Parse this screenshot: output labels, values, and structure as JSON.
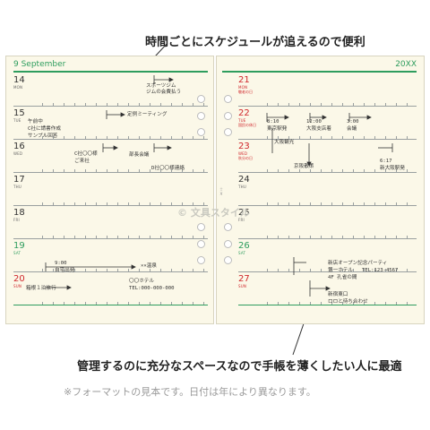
{
  "callouts": {
    "top": "時間ごとにスケジュールが追えるので便利",
    "bottom": "管理するのに充分なスペースなので手帳を薄くしたい人に最適"
  },
  "planner": {
    "left_header": "9 September",
    "right_header": "20XX",
    "spine_label": "十二月",
    "watermark": "© 文具スタイル",
    "left_days": [
      {
        "num": "14",
        "name": "MON",
        "holiday": "",
        "color": "normal"
      },
      {
        "num": "15",
        "name": "TUE",
        "holiday": "",
        "color": "normal"
      },
      {
        "num": "16",
        "name": "WED",
        "holiday": "",
        "color": "normal"
      },
      {
        "num": "17",
        "name": "THU",
        "holiday": "",
        "color": "normal"
      },
      {
        "num": "18",
        "name": "FRI",
        "holiday": "",
        "color": "normal"
      },
      {
        "num": "19",
        "name": "SAT",
        "holiday": "",
        "color": "sat"
      },
      {
        "num": "20",
        "name": "SUN",
        "holiday": "",
        "color": "red"
      }
    ],
    "right_days": [
      {
        "num": "21",
        "name": "MON",
        "holiday": "敬老の日",
        "color": "red"
      },
      {
        "num": "22",
        "name": "TUE",
        "holiday": "国民の休日",
        "color": "red"
      },
      {
        "num": "23",
        "name": "WED",
        "holiday": "秋分の日",
        "color": "red"
      },
      {
        "num": "24",
        "name": "THU",
        "holiday": "",
        "color": "normal"
      },
      {
        "num": "25",
        "name": "FRI",
        "holiday": "",
        "color": "normal"
      },
      {
        "num": "26",
        "name": "SAT",
        "holiday": "",
        "color": "sat"
      },
      {
        "num": "27",
        "name": "SUN",
        "holiday": "",
        "color": "red"
      }
    ],
    "entries": {
      "e14a": "スポーツジム",
      "e14b": "ジムの会費払う",
      "e15a": "定例ミーティング",
      "e15b": "午前中",
      "e15c": "C社に請書作成",
      "e15d": "サンプル回答",
      "e16a": "C社〇〇様",
      "e16b": "ご来社",
      "e16c": "部長会議",
      "e16d": "D社〇〇様連絡",
      "e19a": "9:00",
      "e19b": "自宅出発",
      "e19c": "××温泉",
      "e19d": "箱根１泊旅行",
      "e19e": "〇〇ホテル",
      "e19f": "TEL:000-000-000",
      "e22a": "8:10",
      "e22b": "東京駅発",
      "e22c": "12:00",
      "e22d": "大阪支店着",
      "e22e": "3:00",
      "e22f": "会議",
      "e22g": "大阪観光",
      "e23a": "京阪散策",
      "e23b": "6:17",
      "e23c": "新大阪駅発",
      "e26a": "新店オープン記念パーティ",
      "e26b": "第一ホテル",
      "e26c": "TEL:123-4567",
      "e26d": "4F 孔雀の間",
      "e27a": "新宿東口",
      "e27b": "ロロと待ち合わせ"
    }
  },
  "footnote": "※フォーマットの見本です。日付は年により異なります。"
}
